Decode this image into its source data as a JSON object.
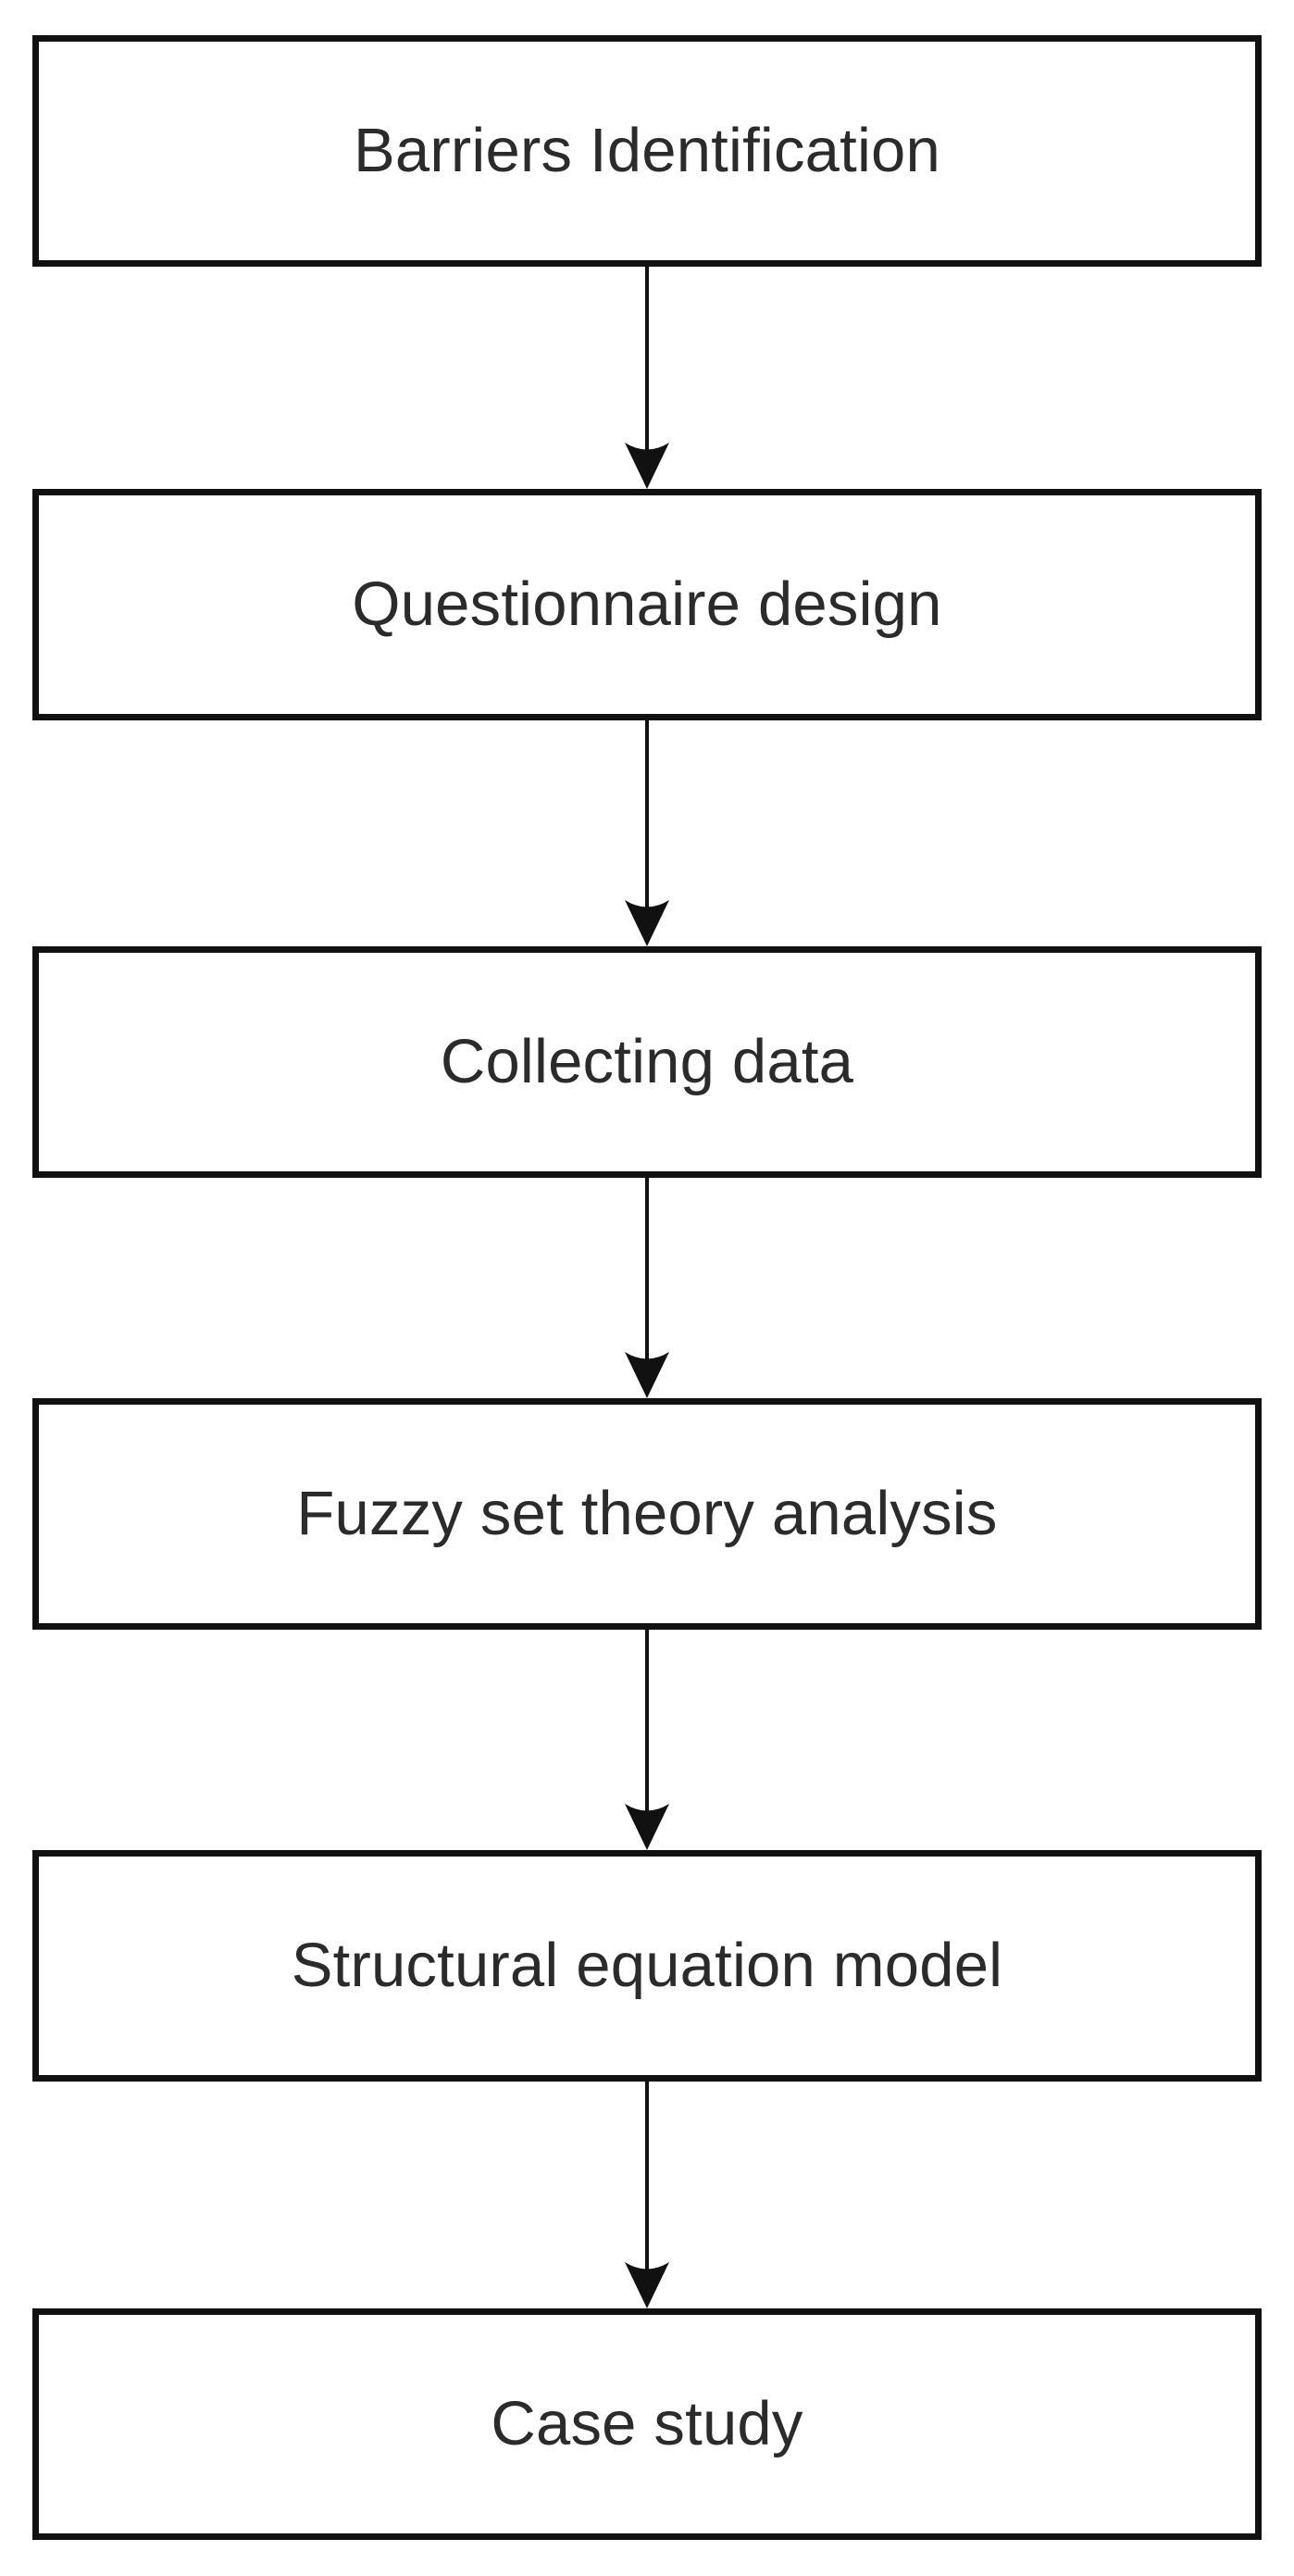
{
  "diagram": {
    "type": "flowchart",
    "orientation": "vertical-top-to-bottom",
    "background_color": "#ffffff",
    "node_border_color": "#111111",
    "node_fill_color": "#ffffff",
    "text_color": "#2b2b2b",
    "connector_color": "#111111",
    "nodes": [
      {
        "id": "n1",
        "label": "Barriers Identification"
      },
      {
        "id": "n2",
        "label": "Questionnaire design"
      },
      {
        "id": "n3",
        "label": "Collecting data"
      },
      {
        "id": "n4",
        "label": "Fuzzy set theory analysis"
      },
      {
        "id": "n5",
        "label": "Structural equation model"
      },
      {
        "id": "n6",
        "label": "Case study"
      }
    ],
    "connectors": [
      {
        "id": "c1",
        "from": "n1",
        "to": "n2",
        "arrow": "down-arrow-icon"
      },
      {
        "id": "c2",
        "from": "n2",
        "to": "n3",
        "arrow": "down-arrow-icon"
      },
      {
        "id": "c3",
        "from": "n3",
        "to": "n4",
        "arrow": "down-arrow-icon"
      },
      {
        "id": "c4",
        "from": "n4",
        "to": "n5",
        "arrow": "down-arrow-icon"
      },
      {
        "id": "c5",
        "from": "n5",
        "to": "n6",
        "arrow": "down-arrow-icon"
      }
    ]
  }
}
